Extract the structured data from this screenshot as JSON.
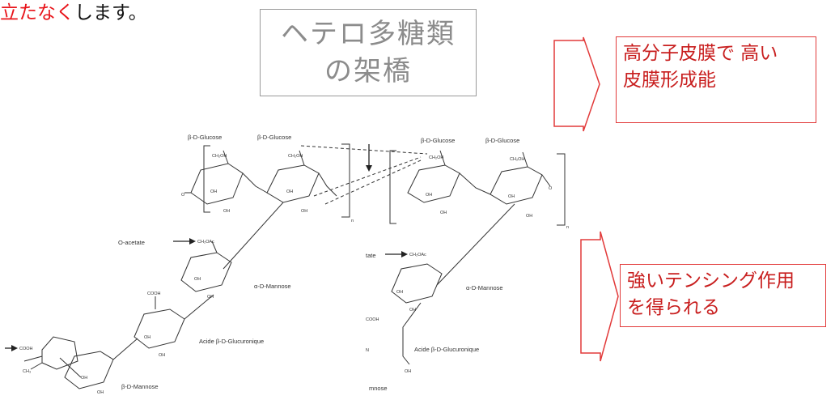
{
  "caption": {
    "red_part": "立たなく",
    "black_part": "します。"
  },
  "title": {
    "line1": "ヘテロ多糖類",
    "line2": "の架橋"
  },
  "callouts": [
    {
      "line1": "高分子皮膜で 高い",
      "line2": "皮膜形成能"
    },
    {
      "line1": "強いテンシング作用",
      "line2": "を得られる"
    }
  ],
  "structure_labels": {
    "glucose_1": "β-D-Glucose",
    "glucose_2": "β-D-Glucose",
    "glucose_3": "β-D-Glucose",
    "glucose_4": "β-D-Glucose",
    "o_acetate": "O-acetate",
    "tate": "tate",
    "mannose_1": "α-D-Mannose",
    "mannose_2": "α-D-Mannose",
    "glucuronique_1": "Acide β-D-Glucuronique",
    "glucuronique_2": "Acide β-D-Glucuronique",
    "mannose_beta": "β-D-Mannose",
    "mannose_cut": "mnose",
    "ch2oh": "CH₂OH",
    "ch2oac": "CH₂OAc",
    "cooh": "COOH",
    "oh": "OH",
    "o": "O",
    "n_sub": "n",
    "ch3": "CH₃",
    "n4": "N"
  }
}
